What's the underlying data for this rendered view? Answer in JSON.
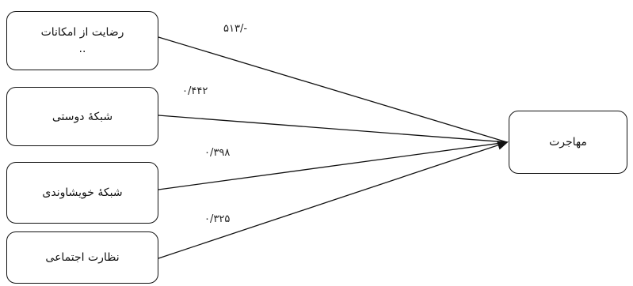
{
  "diagram": {
    "nodes": {
      "source_1": {
        "line1": "رضایت از امکانات",
        "line2": ".."
      },
      "source_2": "شبکۀ دوستی",
      "source_3": "شبکۀ خویشاوندی",
      "source_4": "نظارت اجتماعی",
      "target": "مهاجرت"
    },
    "path_coefficients": {
      "source_1_to_target": "-/۵۱۳",
      "source_2_to_target": "۰/۴۴۲",
      "source_3_to_target": "۰/۳۹۸",
      "source_4_to_target": "۰/۳۲۵"
    },
    "line_color": "#111111"
  }
}
